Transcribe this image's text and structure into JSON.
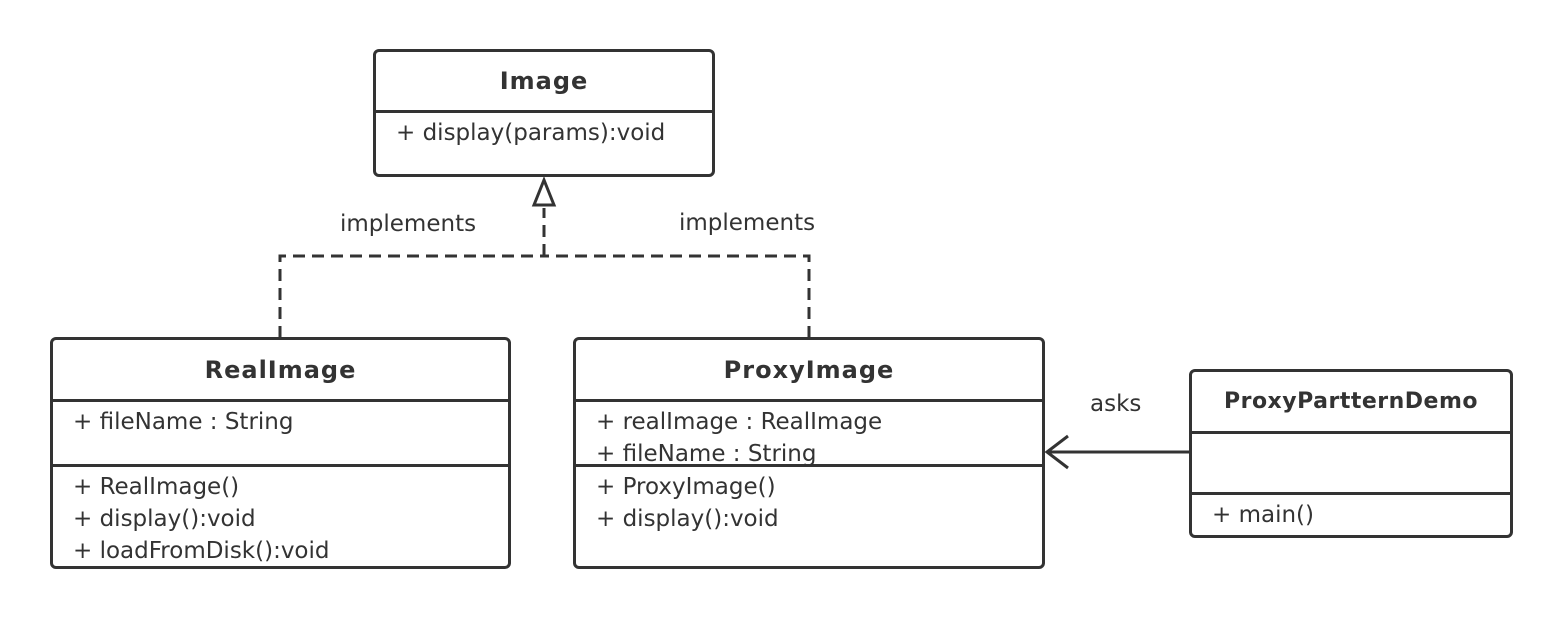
{
  "diagram": {
    "classes": {
      "image": {
        "name": "Image",
        "members": [
          "+ display(params):void"
        ]
      },
      "real_image": {
        "name": "RealImage",
        "attributes": [
          "+ fileName : String"
        ],
        "operations": [
          "+ RealImage()",
          "+ display():void",
          "+ loadFromDisk():void"
        ]
      },
      "proxy_image": {
        "name": "ProxyImage",
        "attributes": [
          "+ realImage : RealImage",
          "+ fileName : String"
        ],
        "operations": [
          "+ ProxyImage()",
          "+ display():void"
        ]
      },
      "demo": {
        "name": "ProxyPartternDemo",
        "attributes": [],
        "operations": [
          "+ main()"
        ]
      }
    },
    "relations": {
      "realimage_implements": "implements",
      "proxyimage_implements": "implements",
      "demo_asks_proxy": "asks"
    }
  },
  "colors": {
    "line": "#333333",
    "background": "#ffffff",
    "text": "#333333"
  }
}
